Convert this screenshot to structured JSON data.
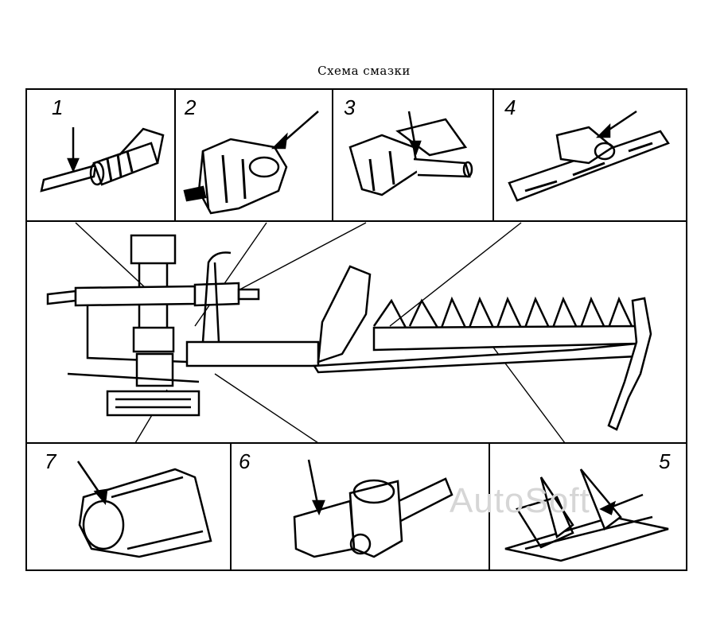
{
  "title": "Схема смазки",
  "panels": [
    {
      "id": 1,
      "label": "1"
    },
    {
      "id": 2,
      "label": "2"
    },
    {
      "id": 3,
      "label": "3"
    },
    {
      "id": 4,
      "label": "4"
    },
    {
      "id": 5,
      "label": "5"
    },
    {
      "id": 6,
      "label": "6"
    },
    {
      "id": 7,
      "label": "7"
    }
  ],
  "watermark": "AutoSoft"
}
